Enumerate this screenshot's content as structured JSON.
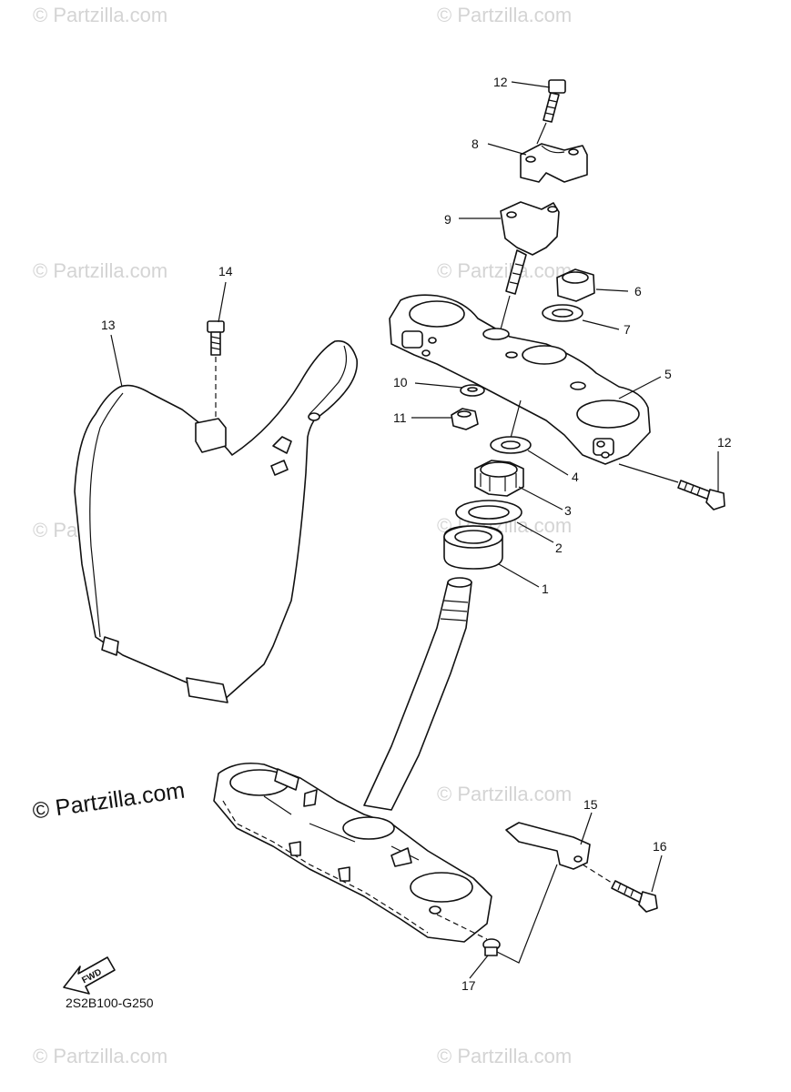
{
  "watermark": {
    "small_text": "© Partzilla.com",
    "main_text": "© Partzilla.com"
  },
  "diagram_code": "2S2B100-G250",
  "fwd_label": "FWD",
  "callouts": [
    "1",
    "2",
    "3",
    "4",
    "5",
    "6",
    "7",
    "8",
    "9",
    "10",
    "11",
    "12",
    "12",
    "13",
    "14",
    "15",
    "16",
    "17"
  ]
}
